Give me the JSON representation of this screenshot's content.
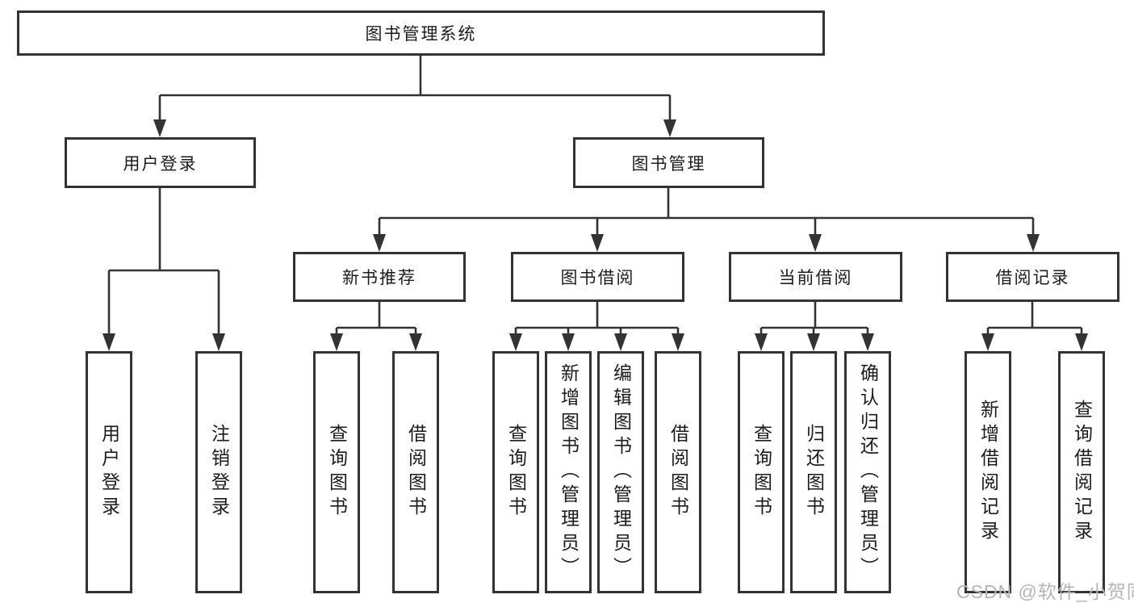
{
  "diagram_title": "图书管理系统",
  "tree": {
    "root": {
      "label": "图书管理系统"
    },
    "branches": [
      {
        "label": "用户登录",
        "children": [
          {
            "label": "用户登录"
          },
          {
            "label": "注销登录"
          }
        ]
      },
      {
        "label": "图书管理",
        "children": [
          {
            "label": "新书推荐",
            "children": [
              {
                "label": "查询图书"
              },
              {
                "label": "借阅图书"
              }
            ]
          },
          {
            "label": "图书借阅",
            "children": [
              {
                "label": "查询图书"
              },
              {
                "label": "新增图书（管理员）"
              },
              {
                "label": "编辑图书（管理员）"
              },
              {
                "label": "借阅图书"
              }
            ]
          },
          {
            "label": "当前借阅",
            "children": [
              {
                "label": "查询图书"
              },
              {
                "label": "归还图书"
              },
              {
                "label": "确认归还（管理员）"
              }
            ]
          },
          {
            "label": "借阅记录",
            "children": [
              {
                "label": "新增借阅记录"
              },
              {
                "label": "查询借阅记录"
              }
            ]
          }
        ]
      }
    ]
  },
  "watermark": "CSDN @软件_小贺同学",
  "colors": {
    "line": "#333333",
    "text": "#1c1c1c",
    "box_background": "#ffffff",
    "watermark": "#b5b5b5"
  }
}
